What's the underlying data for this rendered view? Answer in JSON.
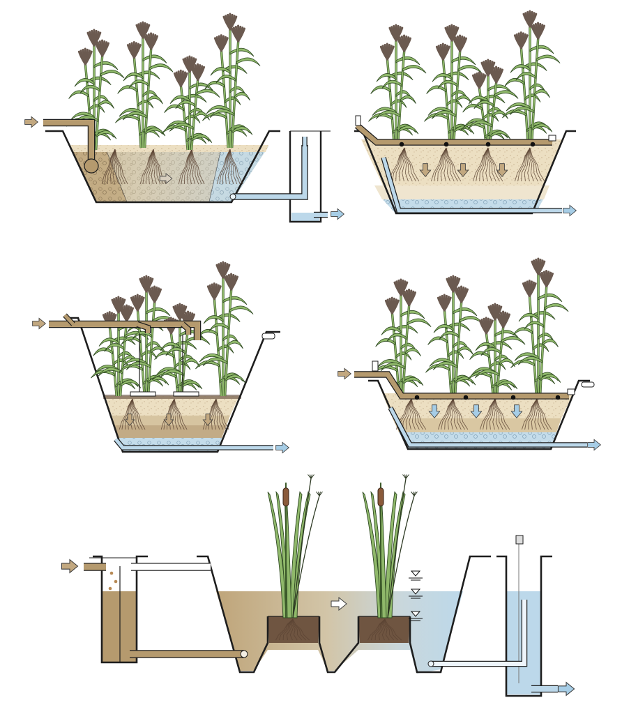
{
  "diagram": {
    "panels": [
      {
        "id": "horizontal-subsurface-flow",
        "flow_direction": "horizontal",
        "plant": "reed",
        "outlet": "level-control-outlet"
      },
      {
        "id": "vertical-flow",
        "flow_direction": "vertical",
        "plant": "reed",
        "outlet": "bottom-drain"
      },
      {
        "id": "vertical-flow-intermittent",
        "flow_direction": "vertical",
        "plant": "reed",
        "outlet": "bottom-drain"
      },
      {
        "id": "vertical-flow-layered",
        "flow_direction": "vertical",
        "plant": "reed",
        "outlet": "bottom-drain"
      },
      {
        "id": "free-water-surface",
        "flow_direction": "horizontal",
        "plant": "cattail",
        "outlet": "level-control-outlet"
      }
    ],
    "colors": {
      "wastewater": "#b59a6e",
      "treated_water": "#bcd8ea",
      "gravel": "#d9cfb7",
      "soil": "#e9ddc2",
      "arrow_brown": "#c2a880",
      "arrow_blue": "#a6cde6",
      "plant_green": "#8fb86a",
      "seed_head": "#6b5a50",
      "root": "#5b4433",
      "outline": "#1e1e1e"
    },
    "icons": [
      "inflow-arrow-icon",
      "outflow-arrow-icon",
      "flow-direction-arrow-icon",
      "water-level-icon"
    ]
  }
}
